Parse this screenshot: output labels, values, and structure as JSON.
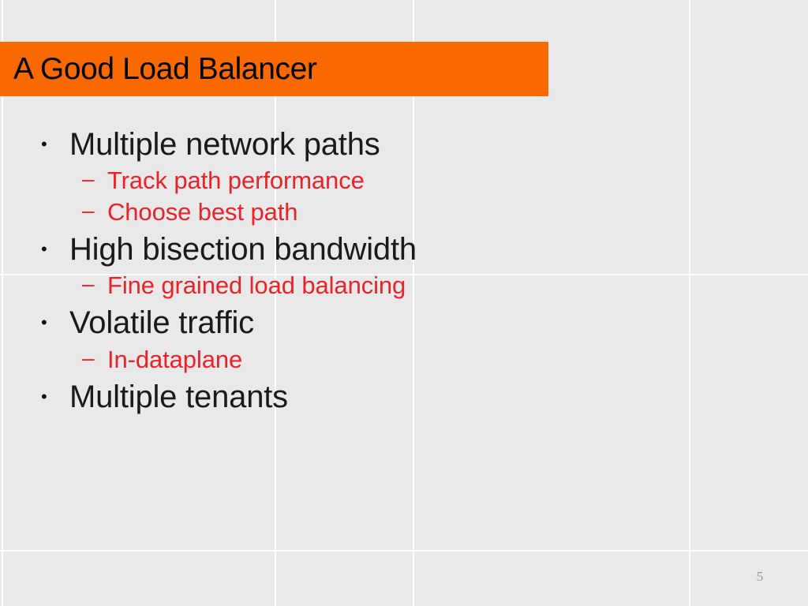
{
  "slide": {
    "title": "A Good Load Balancer",
    "page_number": "5",
    "colors": {
      "background": "#e9e9e9",
      "title_bar": "#fa6800",
      "title_text": "#000000",
      "level1_text": "#1a1a1a",
      "level2_text": "#e8232a",
      "gridline": "#fcfcfc",
      "page_number": "#9a9a9a"
    },
    "markers": {
      "level1": "•",
      "level2": "–"
    },
    "bullets": [
      {
        "level": 1,
        "text": "Multiple network paths"
      },
      {
        "level": 2,
        "text": "Track path performance"
      },
      {
        "level": 2,
        "text": "Choose best path"
      },
      {
        "level": 1,
        "text": "High bisection bandwidth"
      },
      {
        "level": 2,
        "text": "Fine grained load balancing"
      },
      {
        "level": 1,
        "text": "Volatile traffic"
      },
      {
        "level": 2,
        "text": "In-dataplane"
      },
      {
        "level": 1,
        "text": "Multiple tenants"
      }
    ]
  }
}
